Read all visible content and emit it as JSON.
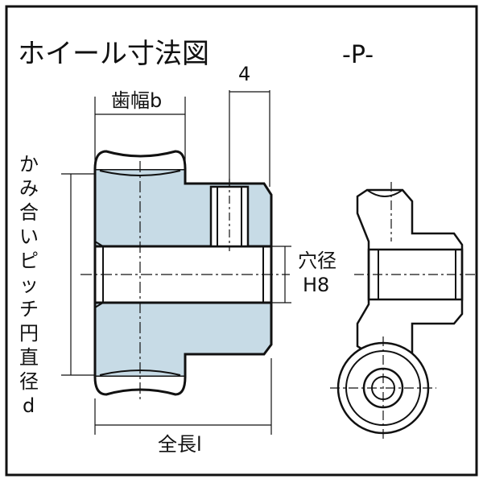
{
  "title": "ホイール寸法図",
  "type_label": "-P-",
  "dimension_top": "4",
  "face_width_label": "歯幅b",
  "pitch_diameter_label_lines": [
    "かみ合い",
    "ピッチ",
    "円直径",
    "d"
  ],
  "bore_label_lines": [
    "穴径",
    "H8"
  ],
  "total_length_label": "全長l",
  "colors": {
    "border": "#111111",
    "part_fill": "#c7dbe6",
    "line": "#111111",
    "background": "#ffffff"
  }
}
